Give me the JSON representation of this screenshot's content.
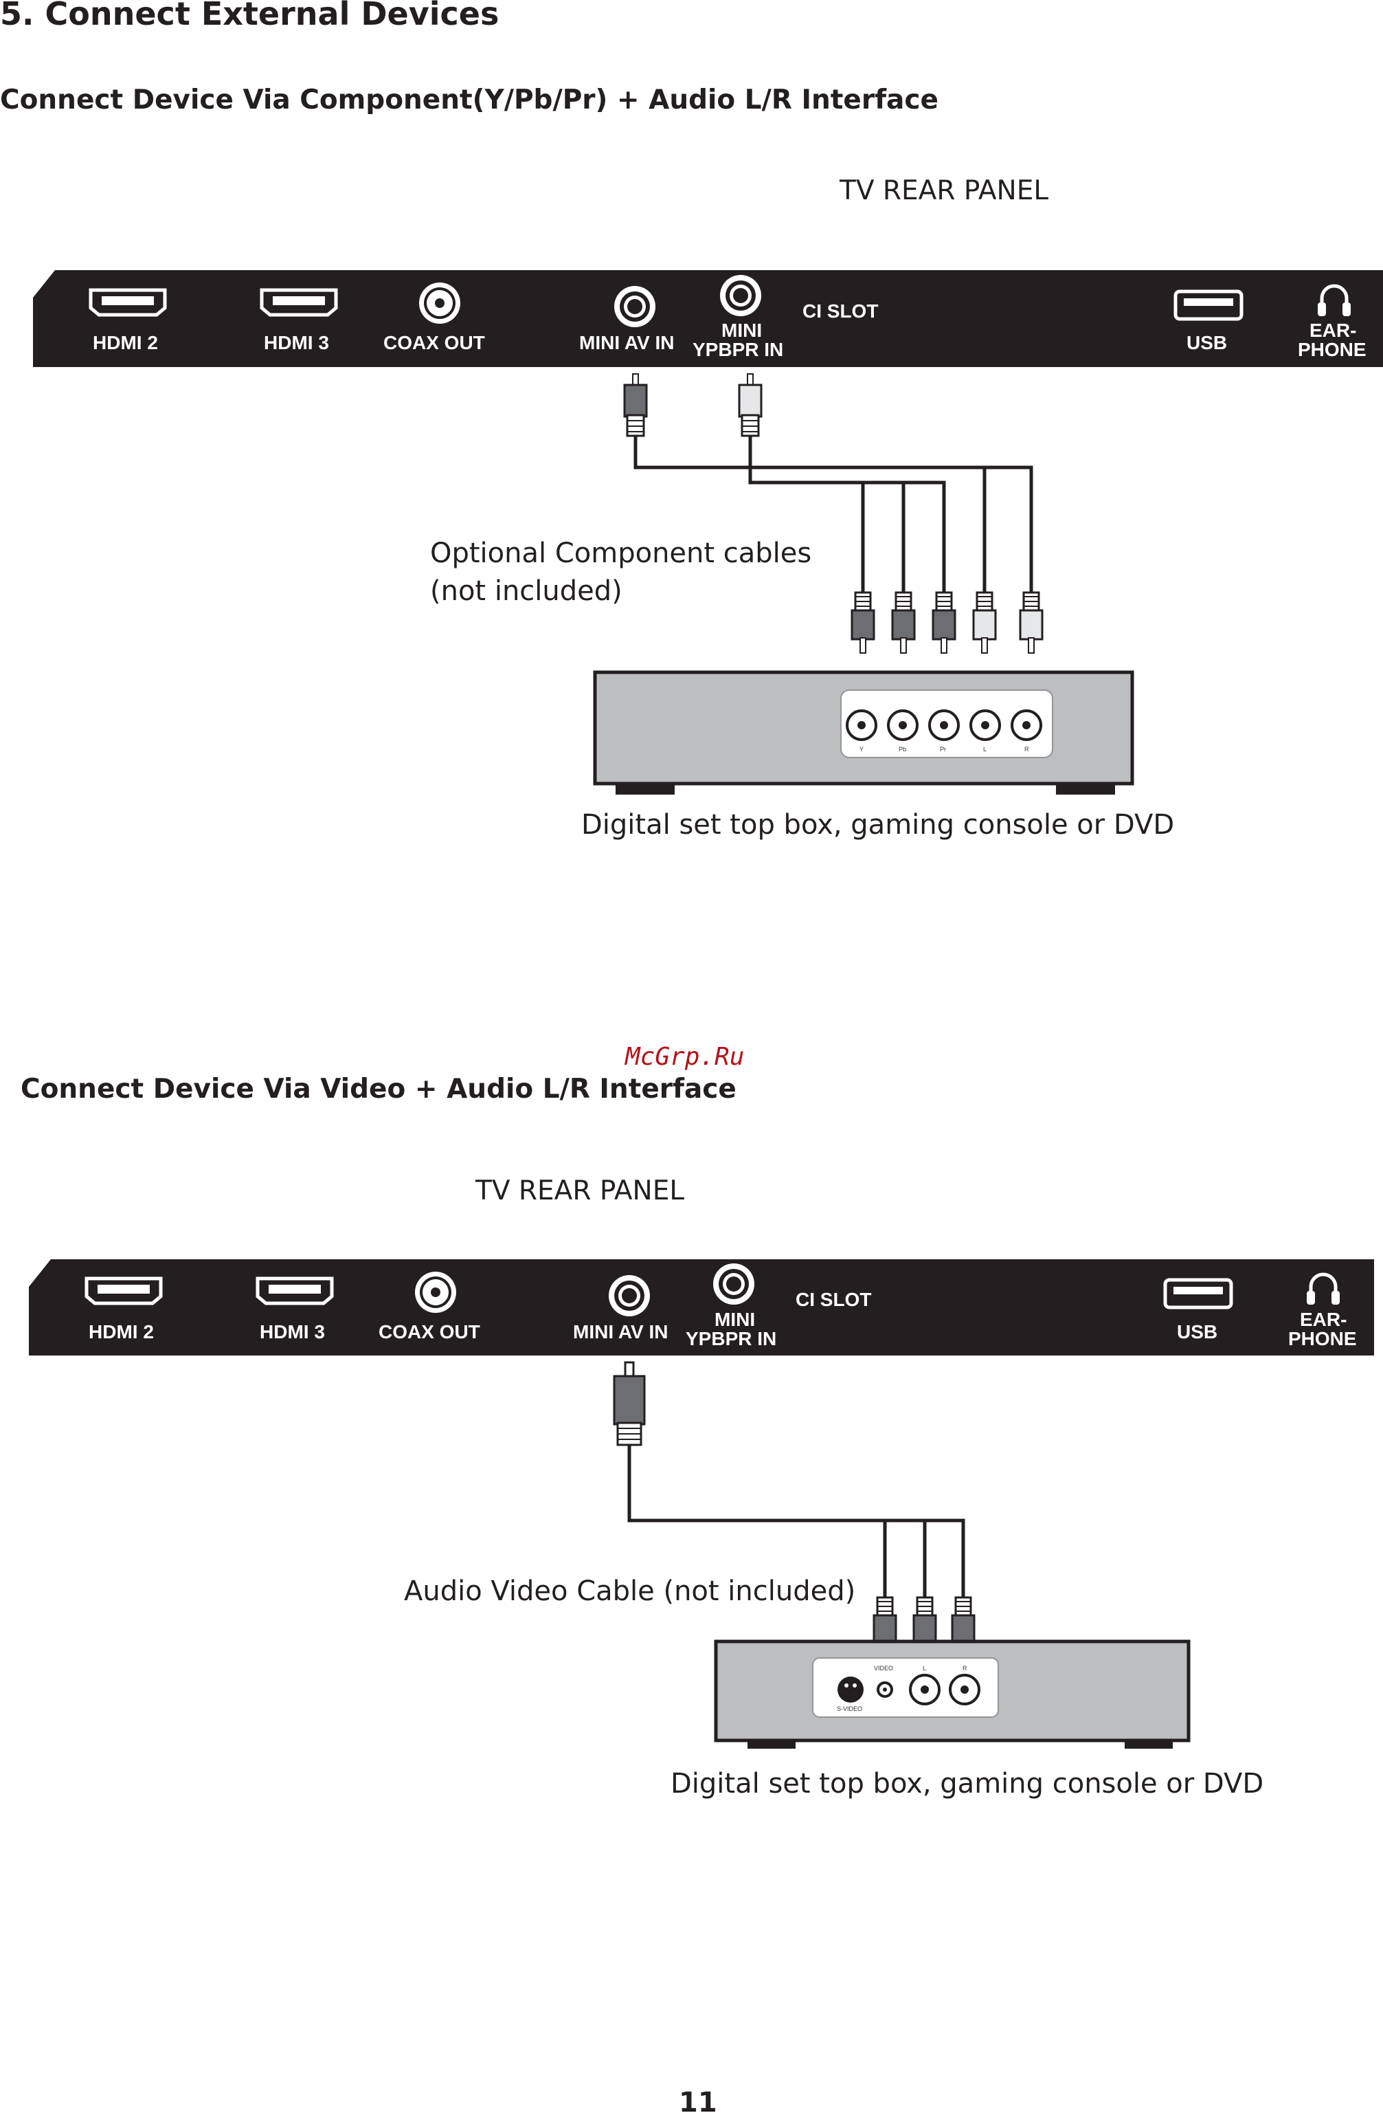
{
  "section_title": "5. Connect External Devices",
  "section1": {
    "heading": "Connect Device Via Component(Y/Pb/Pr) + Audio L/R Interface",
    "panel_label": "TV REAR PANEL",
    "cable_caption_line1": "Optional Component cables",
    "cable_caption_line2": "(not included)",
    "device_caption": "Digital set top box, gaming console or DVD",
    "device_jacks": [
      "Y",
      "Pb",
      "Pr",
      "L",
      "R"
    ]
  },
  "section2": {
    "heading": "Connect Device Via Video + Audio L/R Interface",
    "panel_label": "TV REAR PANEL",
    "cable_caption": "Audio Video Cable (not included)",
    "device_caption": "Digital set top box, gaming console or DVD",
    "device_jacks": [
      "VIDEO",
      "L",
      "R"
    ],
    "svideo_label": "S-VIDEO"
  },
  "rear_panel": {
    "hdmi2": "HDMI 2",
    "hdmi3": "HDMI 3",
    "coax_out": "COAX OUT",
    "mini_av_in": "MINI AV IN",
    "mini_ypbpr_line1": "MINI",
    "mini_ypbpr_line2": "YPBPR IN",
    "ci_slot": "CI SLOT",
    "usb": "USB",
    "earphone_line1": "EAR-",
    "earphone_line2": "PHONE"
  },
  "watermark": "McGrp.Ru",
  "page_number": "11",
  "colors": {
    "panel": "#231f20",
    "device_body": "#bcbec0",
    "watermark": "#b5121b",
    "plug_dark": "#6d6e71",
    "plug_light": "#e6e7e8"
  }
}
